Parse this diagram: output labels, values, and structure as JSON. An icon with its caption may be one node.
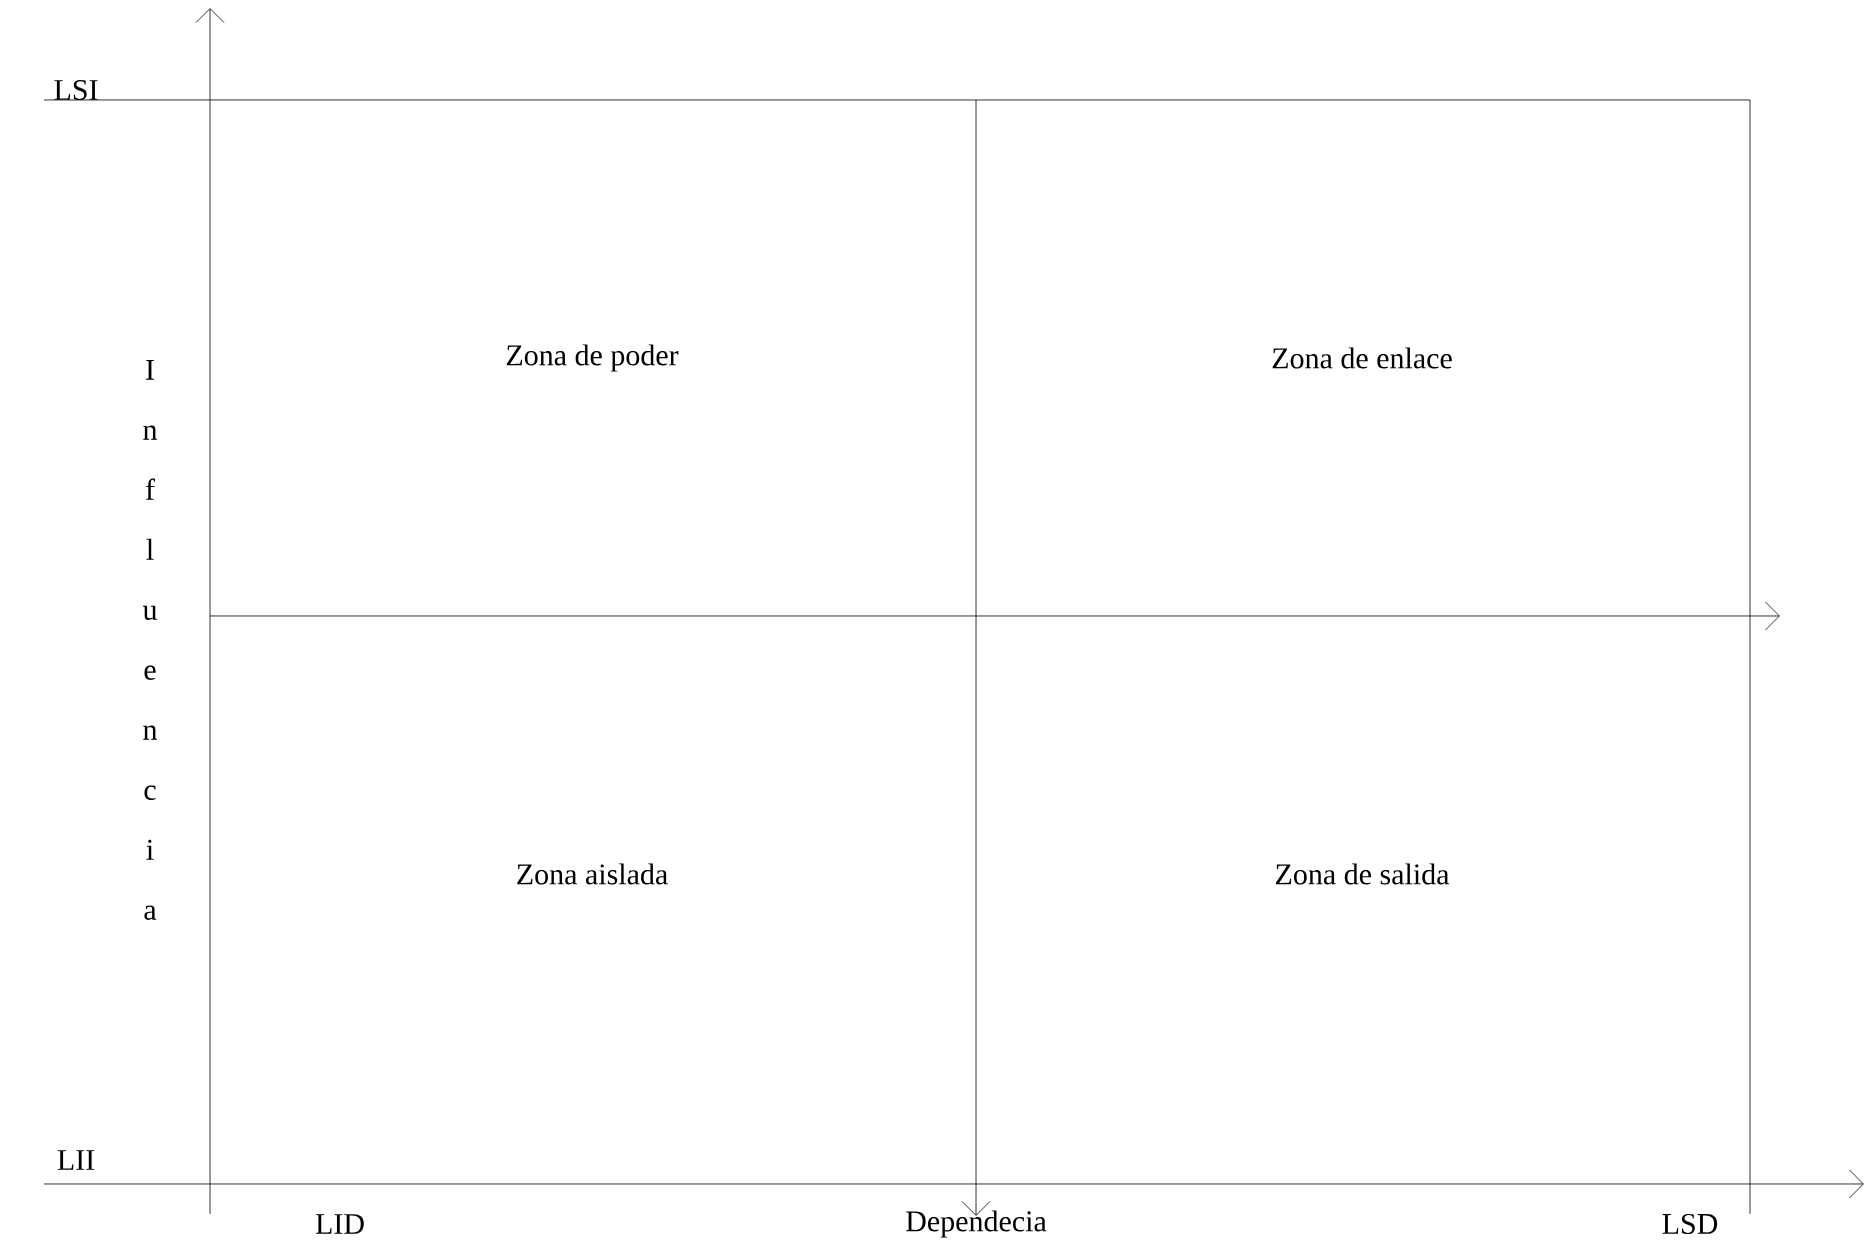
{
  "diagram": {
    "nodes": [
      {
        "text": [
          "Zona de poder"
        ]
      },
      {
        "text": [
          "Zona de enlace"
        ]
      },
      {
        "text": [
          "Zona aislada"
        ]
      },
      {
        "text": [
          "Zona de salida"
        ]
      }
    ],
    "labels": [
      "LSI",
      "Influencia",
      "LII",
      "LID",
      "Dependecia",
      "LSD"
    ]
  }
}
